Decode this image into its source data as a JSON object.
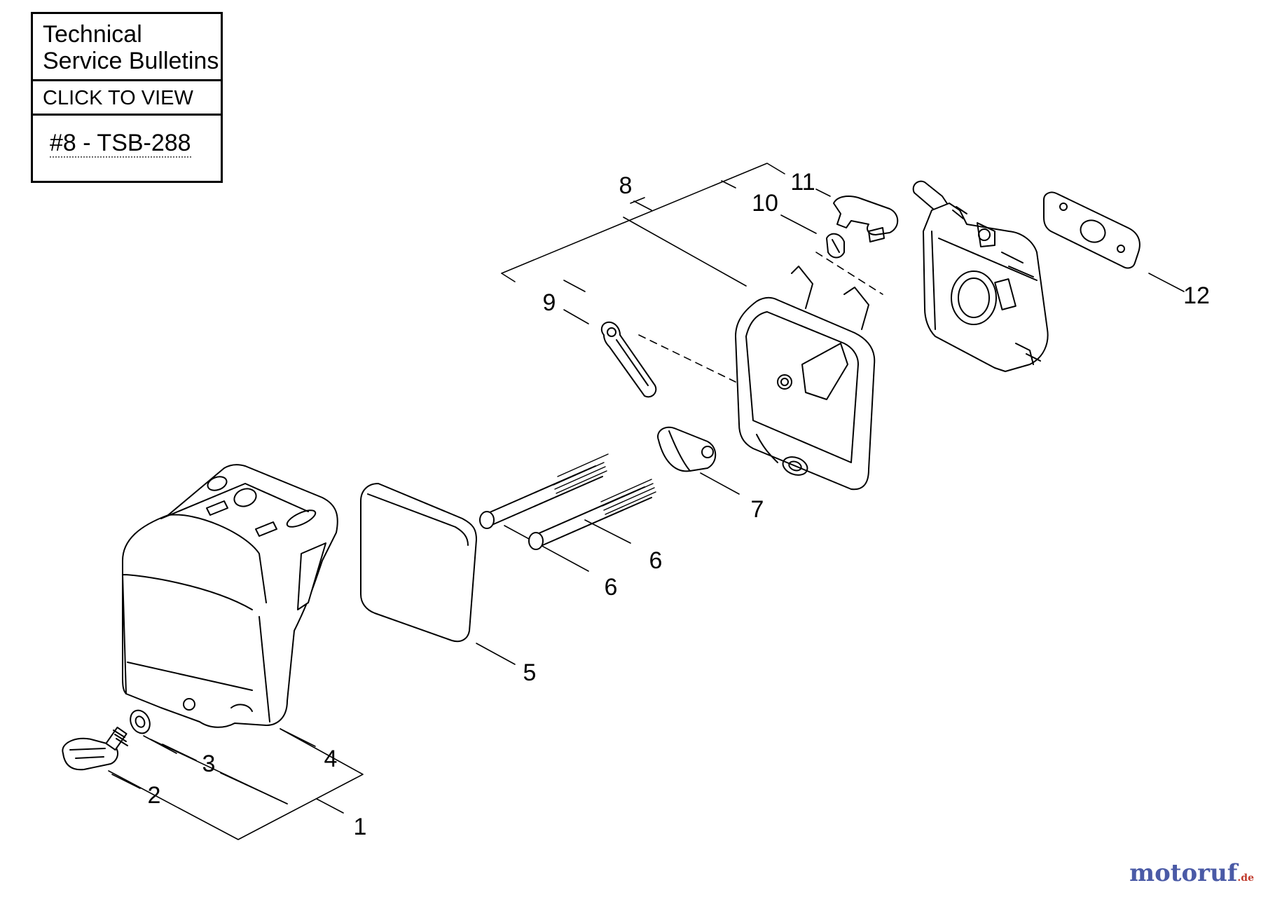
{
  "tsb_box": {
    "title_line1": "Technical",
    "title_line2": "Service Bulletins",
    "click_label": "CLICK TO VIEW",
    "bulletin_link": "#8 - TSB-288"
  },
  "callouts": [
    "1",
    "2",
    "3",
    "4",
    "5",
    "6",
    "6",
    "7",
    "8",
    "9",
    "10",
    "11",
    "12"
  ],
  "watermark": {
    "brand": "motoruf",
    "suffix": ".de"
  }
}
